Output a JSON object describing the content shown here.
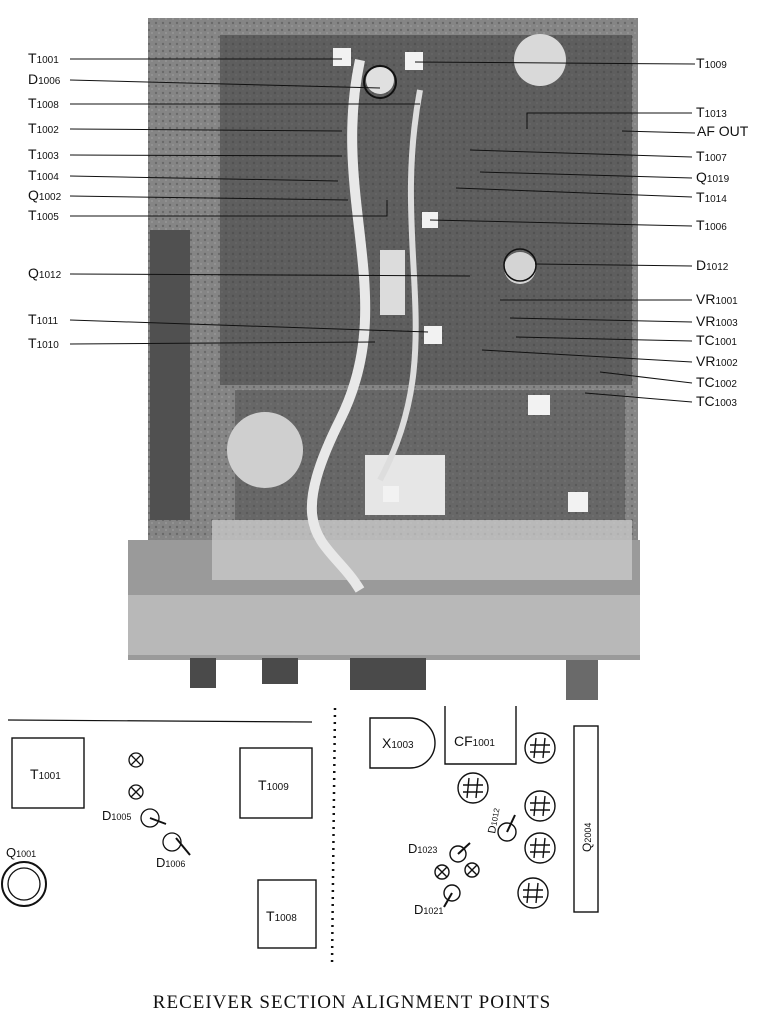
{
  "caption": "RECEIVER SECTION ALIGNMENT POINTS",
  "photo_callouts": {
    "left": [
      {
        "main": "T",
        "sub": "1001"
      },
      {
        "main": "D",
        "sub": "1006"
      },
      {
        "main": "T",
        "sub": "1008"
      },
      {
        "main": "T",
        "sub": "1002"
      },
      {
        "main": "T",
        "sub": "1003"
      },
      {
        "main": "T",
        "sub": "1004"
      },
      {
        "main": "Q",
        "sub": "1002"
      },
      {
        "main": "T",
        "sub": "1005"
      },
      {
        "main": "Q",
        "sub": "1012"
      },
      {
        "main": "T",
        "sub": "1011"
      },
      {
        "main": "T",
        "sub": "1010"
      }
    ],
    "right": [
      {
        "main": "T",
        "sub": "1009"
      },
      {
        "main": "T",
        "sub": "1013"
      },
      {
        "main": "AF OUT",
        "sub": ""
      },
      {
        "main": "T",
        "sub": "1007"
      },
      {
        "main": "Q",
        "sub": "1019"
      },
      {
        "main": "T",
        "sub": "1014"
      },
      {
        "main": "T",
        "sub": "1006"
      },
      {
        "main": "D",
        "sub": "1012"
      },
      {
        "main": "VR",
        "sub": "1001"
      },
      {
        "main": "VR",
        "sub": "1003"
      },
      {
        "main": "TC",
        "sub": "1001"
      },
      {
        "main": "VR",
        "sub": "1002"
      },
      {
        "main": "TC",
        "sub": "1002"
      },
      {
        "main": "TC",
        "sub": "1003"
      }
    ]
  },
  "detail_left": [
    {
      "main": "T",
      "sub": "1001"
    },
    {
      "main": "T",
      "sub": "1009"
    },
    {
      "main": "D",
      "sub": "1005"
    },
    {
      "main": "D",
      "sub": "1006"
    },
    {
      "main": "Q",
      "sub": "1001"
    },
    {
      "main": "T",
      "sub": "1008"
    }
  ],
  "detail_right": [
    {
      "main": "X",
      "sub": "1003"
    },
    {
      "main": "CF",
      "sub": "1001"
    },
    {
      "main": "D",
      "sub": "1012"
    },
    {
      "main": "D",
      "sub": "1023"
    },
    {
      "main": "D",
      "sub": "1021"
    },
    {
      "main": "Q",
      "sub": "2004"
    }
  ]
}
